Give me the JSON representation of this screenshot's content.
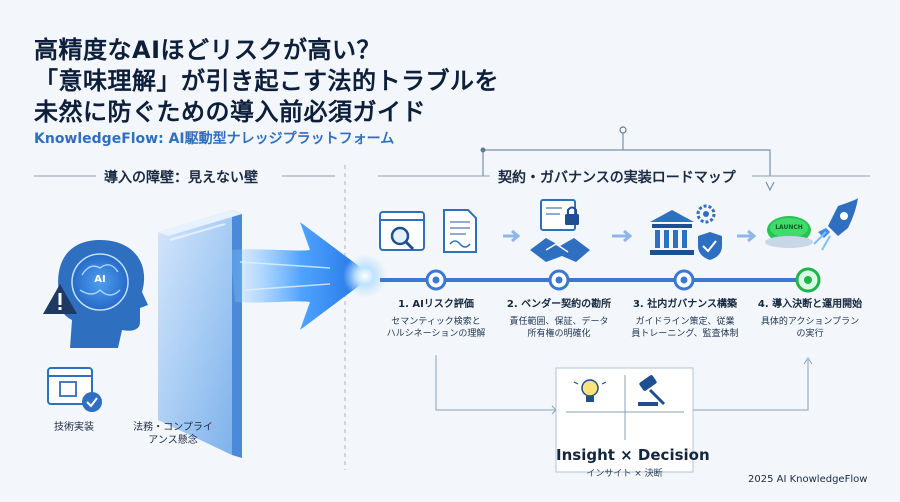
{
  "title": {
    "line1": "高精度なAIほどリスクが高い？",
    "line2": "「意味理解」が引き起こす法的トラブルを",
    "line3": "未然に防ぐための導入前必須ガイド"
  },
  "subtitle": "KnowledgeFlow: AI駆動型ナレッジプラットフォーム",
  "left_section": {
    "heading": "導入の障壁：見えない壁",
    "brain_badge": "AI",
    "label_tech": "技術実装",
    "label_legal_line1": "法務・コンプライ",
    "label_legal_line2": "アンス懸念"
  },
  "right_section": {
    "heading": "契約・ガバナンスの実装ロードマップ",
    "launch_label": "LAUNCH",
    "steps": [
      {
        "title": "1. AIリスク評価",
        "desc1": "セマンティック検索と",
        "desc2": "ハルシネーションの理解"
      },
      {
        "title": "2. ベンダー契約の勘所",
        "desc1": "責任範囲、保証、データ",
        "desc2": "所有権の明確化"
      },
      {
        "title": "3. 社内ガバナンス構築",
        "desc1": "ガイドライン策定、従業",
        "desc2": "員トレーニング、監査体制"
      },
      {
        "title": "4. 導入決断と運用開始",
        "desc1": "具体的アクションプラン",
        "desc2": "の実行"
      }
    ]
  },
  "insight": {
    "main": "Insight × Decision",
    "sub": "インサイト × 決断"
  },
  "footer": "2025 AI KnowledgeFlow",
  "colors": {
    "accent": "#2f6fc0",
    "dark": "#0d1f3a",
    "timeline": "#3a78d4",
    "launch": "#22b24c"
  }
}
